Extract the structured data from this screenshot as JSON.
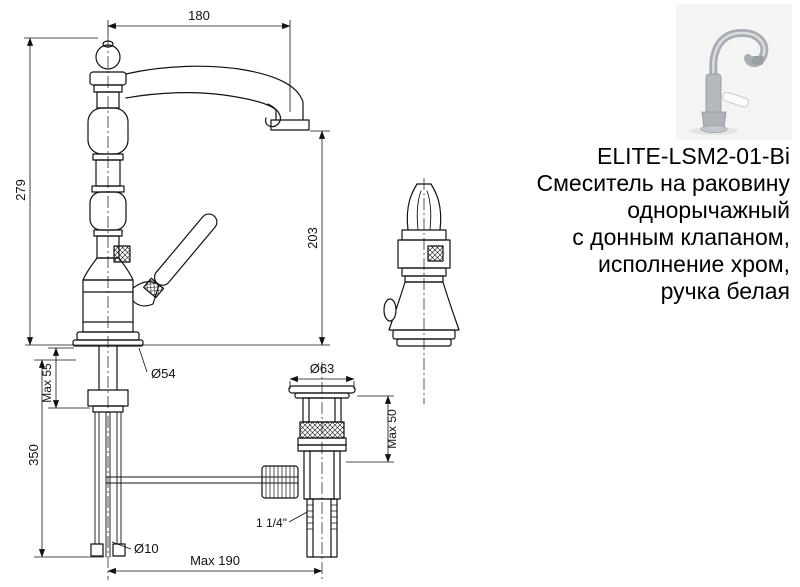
{
  "product": {
    "model": "ELITE-LSM2-01-Bi",
    "lines": [
      "Смеситель на раковину",
      "однорычажный",
      "с донным клапаном,",
      "исполнение хром,",
      "ручка белая"
    ]
  },
  "dims": {
    "w180": "180",
    "h279": "279",
    "h203": "203",
    "max55": "Max 55",
    "h350": "350",
    "dia54": "Ø54",
    "dia63": "Ø63",
    "max50": "Max 50",
    "thread": "1 1/4\"",
    "dia10": "Ø10",
    "max190": "Max 190"
  },
  "colors": {
    "line": "#111111",
    "background": "#ffffff",
    "chrome": "#a8adb3"
  }
}
